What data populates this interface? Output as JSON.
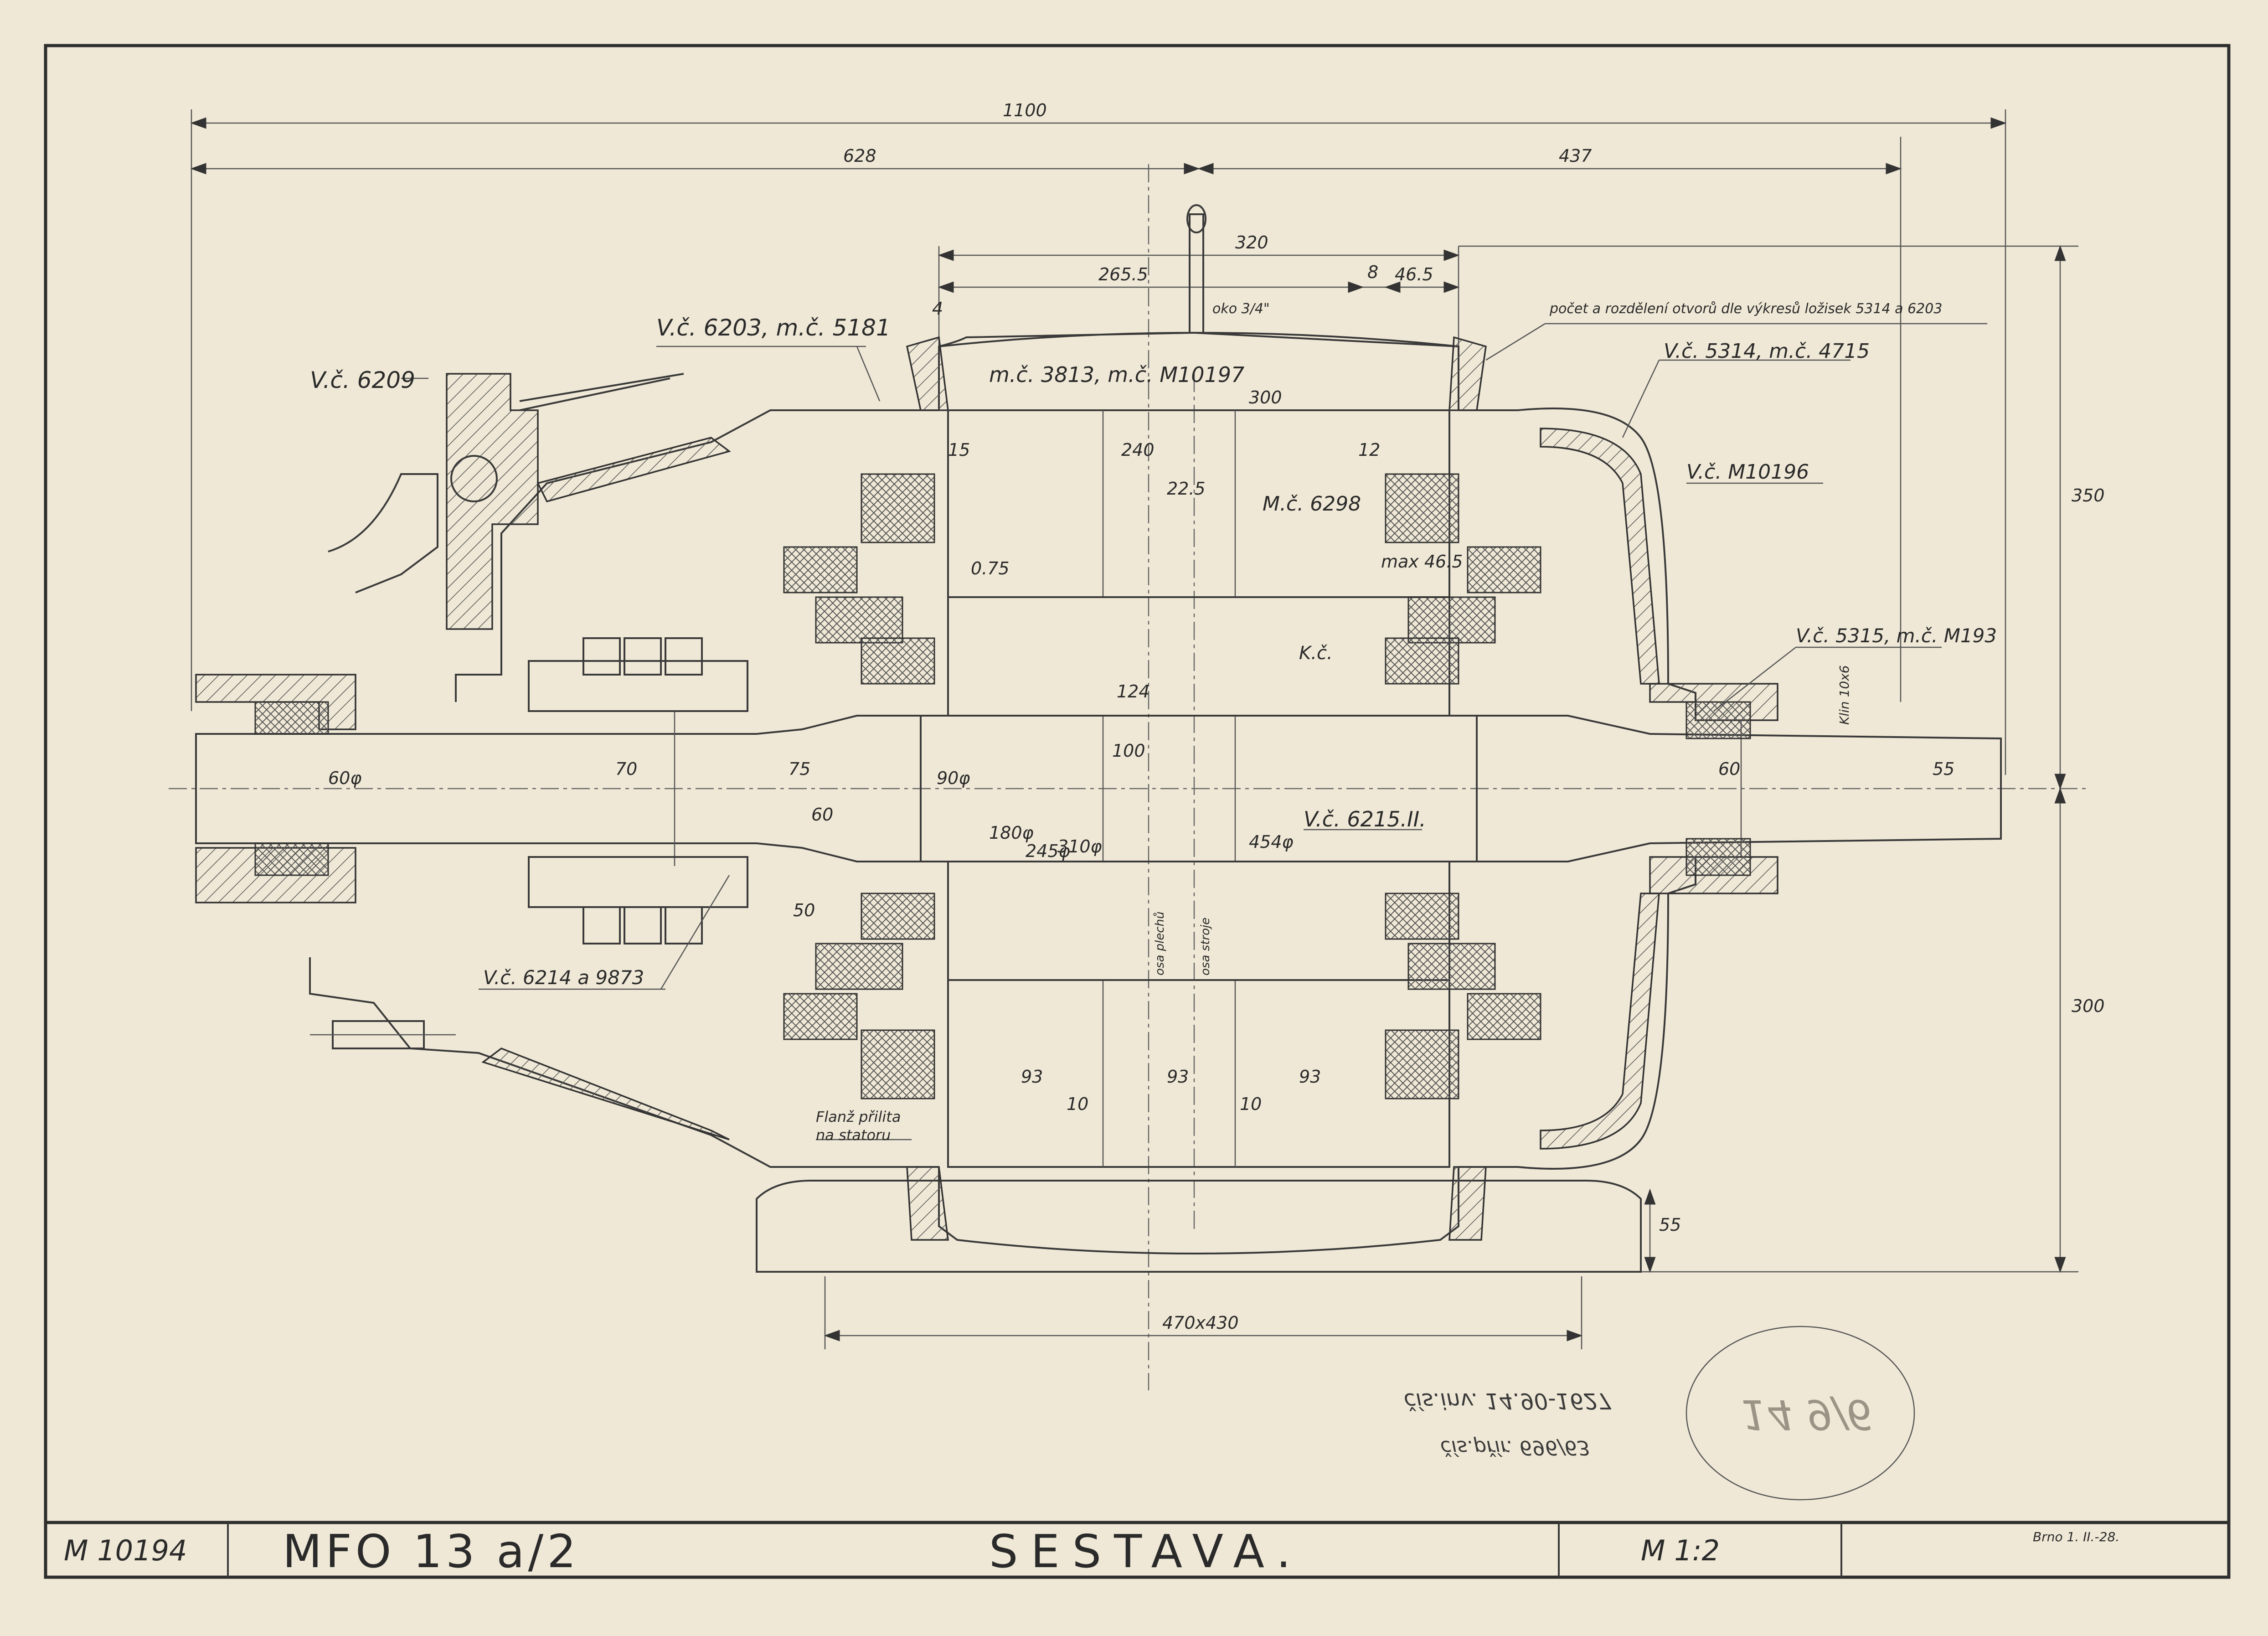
{
  "title_block": {
    "drawing_no": "M 10194",
    "type_code": "MFO 13 a/2",
    "name": "SESTAVA.",
    "scale": "M 1:2",
    "date": "Brno 1. II.-28."
  },
  "part_labels": {
    "vc_6209": "V.č. 6209",
    "vc_6203": "V.č. 6203, m.č. 5181",
    "mc_3813": "m.č. 3813, m.č. M10197",
    "bearing_note": "počet a rozdělení otvorů dle výkresů ložisek 5314 a 6203",
    "vc_5314": "V.č. 5314, m.č. 4715",
    "vc_m10196": "V.č. M10196",
    "mc_6298": "M.č. 6298",
    "kc": "K.č.",
    "vc_5315": "V.č. 5315, m.č. M193",
    "key": "Klin 10x6",
    "vc_6215": "V.č. 6215.II.",
    "vc_6214": "V.č. 6214 a 9873",
    "flange_note": "Flanž přilita na statoru",
    "axis_plates": "osa plechů",
    "axis_machine": "osa stroje",
    "oko": "oko 3/4\""
  },
  "dimensions": {
    "d1100": "1100",
    "d628": "628",
    "d437": "437",
    "d320": "320",
    "d2655": "265.5",
    "d8": "8",
    "d465": "46.5",
    "d4": "4",
    "d300": "300",
    "d240": "240",
    "d225": "22.5",
    "d15": "15",
    "d12": "12",
    "d075": "0.75",
    "max465": "max 46.5",
    "d124": "124",
    "d100": "100",
    "d90": "90φ",
    "d180": "180φ",
    "d245": "245φ",
    "d310": "310φ",
    "d454": "454φ",
    "d60a": "60φ",
    "d70": "70",
    "d75": "75",
    "d60b": "60",
    "d50": "50",
    "d60c": "60",
    "d55": "55",
    "d350": "350",
    "d300r": "300",
    "d55r": "55",
    "d470": "470x430",
    "d93a": "93",
    "d93b": "93",
    "d93c": "93",
    "d10a": "10",
    "d10b": "10"
  },
  "stamps": {
    "inv": "čís.inv. 14.90-1627",
    "prir": "čís.přír. 696/63",
    "circle": "14 9/6"
  }
}
